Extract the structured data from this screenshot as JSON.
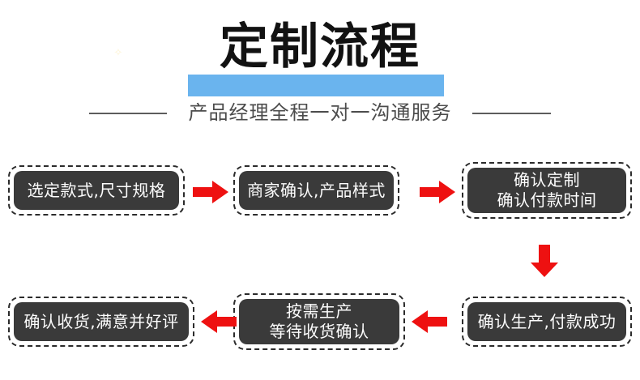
{
  "header": {
    "title": "定制流程",
    "subtitle": "产品经理全程一对一沟通服务",
    "highlight_color": "#6ab4ee",
    "title_color": "#121212",
    "subtitle_color": "#4c4c4c",
    "watermark": "✧"
  },
  "theme": {
    "box_fill": "#3a3a3a",
    "box_text": "#fdfdfd",
    "box_border": "#2b2b2b",
    "arrow_color": "#ee1111",
    "background": "#ffffff"
  },
  "flow": {
    "nodes": [
      {
        "id": "node-1",
        "lines": [
          "选定款式,尺寸规格"
        ],
        "row": 1,
        "order": 1
      },
      {
        "id": "node-2",
        "lines": [
          "商家确认,产品样式"
        ],
        "row": 1,
        "order": 2
      },
      {
        "id": "node-3",
        "lines": [
          "确认定制",
          "确认付款时间"
        ],
        "row": 1,
        "order": 3
      },
      {
        "id": "node-4",
        "lines": [
          "确认生产,付款成功"
        ],
        "row": 2,
        "order": 4
      },
      {
        "id": "node-5",
        "lines": [
          "按需生产",
          "等待收货确认"
        ],
        "row": 2,
        "order": 5
      },
      {
        "id": "node-6",
        "lines": [
          "确认收货,满意并好评"
        ],
        "row": 2,
        "order": 6
      }
    ],
    "arrows": [
      {
        "id": "arrow-1",
        "direction": "right",
        "from": "node-1",
        "to": "node-2"
      },
      {
        "id": "arrow-2",
        "direction": "right",
        "from": "node-2",
        "to": "node-3"
      },
      {
        "id": "arrow-3",
        "direction": "down",
        "from": "node-3",
        "to": "node-4"
      },
      {
        "id": "arrow-4",
        "direction": "left",
        "from": "node-4",
        "to": "node-5"
      },
      {
        "id": "arrow-5",
        "direction": "left",
        "from": "node-5",
        "to": "node-6"
      }
    ]
  }
}
